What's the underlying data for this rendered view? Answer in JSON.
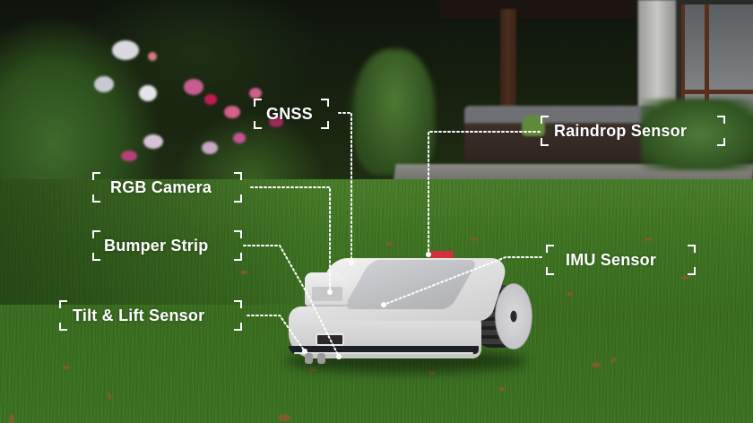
{
  "image": {
    "subject": "Robotic lawn mower on grass in a garden with sensor callouts",
    "accent_color": "#ffffff",
    "mower_indicator_color": "#d1313c"
  },
  "annotations": [
    {
      "id": "gnss",
      "label": "GNSS"
    },
    {
      "id": "raindrop",
      "label": "Raindrop Sensor"
    },
    {
      "id": "rgb_camera",
      "label": "RGB Camera"
    },
    {
      "id": "bumper_strip",
      "label": "Bumper Strip"
    },
    {
      "id": "imu",
      "label": "IMU Sensor"
    },
    {
      "id": "tilt_lift",
      "label": "Tilt & Lift Sensor"
    }
  ]
}
